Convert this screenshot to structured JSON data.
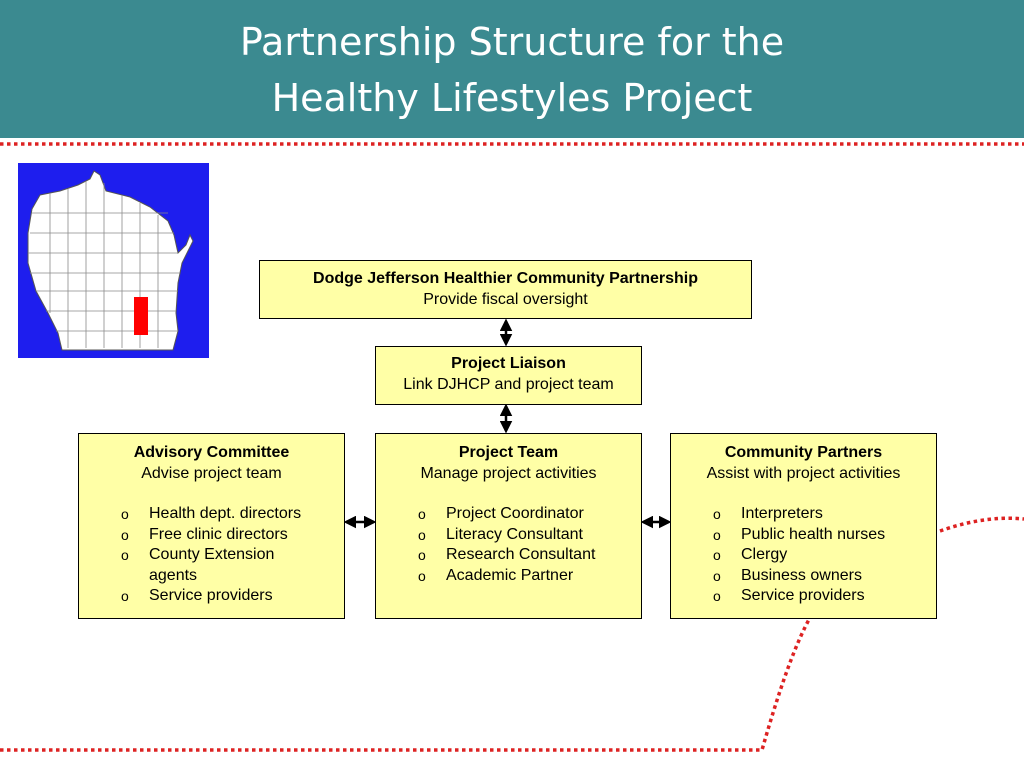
{
  "title": {
    "line1": "Partnership Structure for the",
    "line2": "Healthy Lifestyles Project"
  },
  "map": {
    "icon": "wisconsin-county-map",
    "highlight_color": "#ff0000",
    "background": "#1e1eee"
  },
  "colors": {
    "header": "#3b8a90",
    "box_fill": "#ffffa6",
    "dotted_line": "#dd2222"
  },
  "bullet": "o",
  "boxes": {
    "partnership": {
      "heading": "Dodge Jefferson Healthier Community Partnership",
      "sub": "Provide fiscal oversight"
    },
    "liaison": {
      "heading": "Project Liaison",
      "sub": "Link DJHCP and project team"
    },
    "advisory": {
      "heading": "Advisory Committee",
      "sub": "Advise project team",
      "items": [
        "Health dept. directors",
        "Free clinic directors",
        "County Extension",
        "agents",
        "Service providers"
      ]
    },
    "team": {
      "heading": "Project Team",
      "sub": "Manage project activities",
      "items": [
        "Project Coordinator",
        "Literacy Consultant",
        "Research Consultant",
        "Academic Partner"
      ]
    },
    "community": {
      "heading": "Community Partners",
      "sub": "Assist with project activities",
      "items": [
        "Interpreters",
        "Public health nurses",
        "Clergy",
        "Business owners",
        "Service providers"
      ]
    }
  }
}
